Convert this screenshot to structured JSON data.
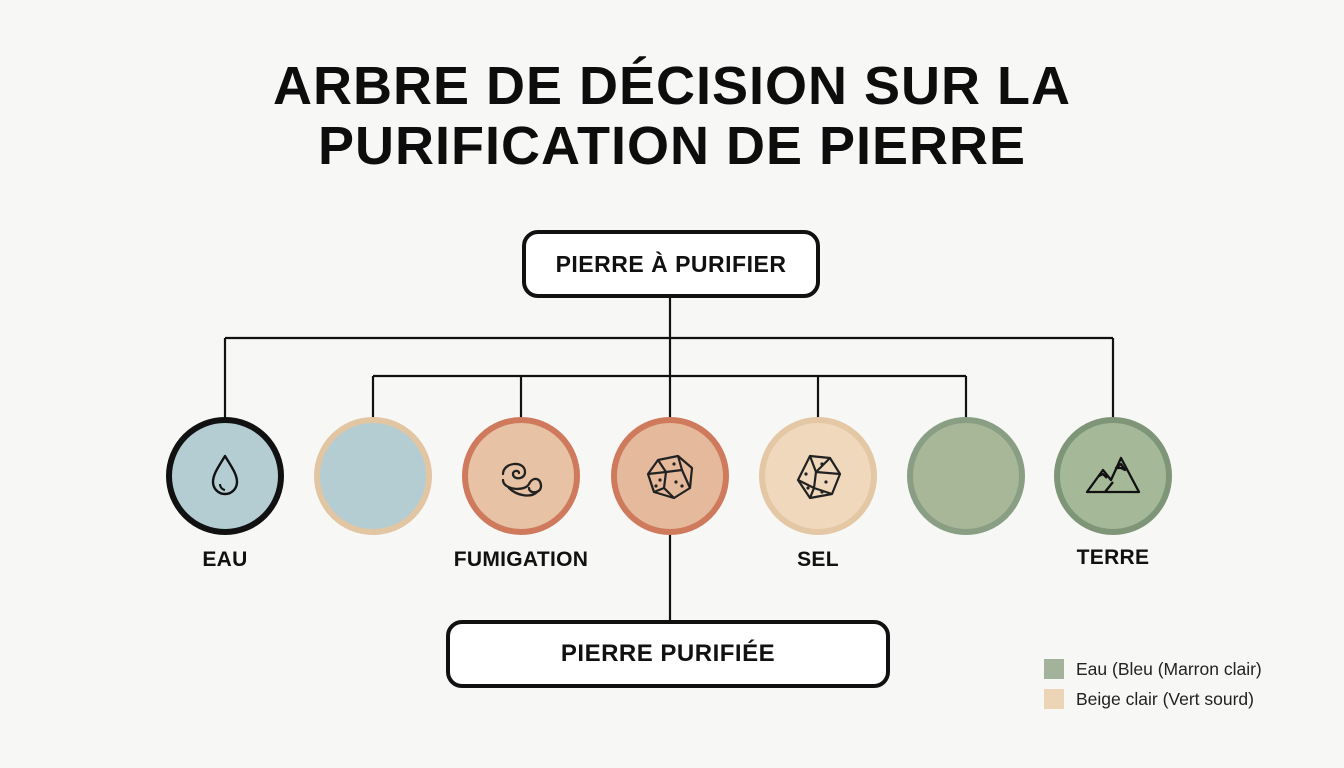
{
  "title": {
    "line1": "ARBRE DE DÉCISION SUR LA",
    "line2": "PURIFICATION DE PIERRE"
  },
  "root": {
    "label": "PIERRE À PURIFIER"
  },
  "result": {
    "label": "PIERRE PURIFIÉE"
  },
  "nodes": [
    {
      "label": "EAU",
      "icon": "water-drop-icon",
      "fill": "#b3cdd3",
      "ring": "#111111"
    },
    {
      "label": "",
      "icon": "",
      "fill": "#b3cdd3",
      "ring": "#e2c5a3"
    },
    {
      "label": "FUMIGATION",
      "icon": "smoke-swirl-icon",
      "fill": "#e7c2a4",
      "ring": "#cf7a5c"
    },
    {
      "label": "",
      "icon": "stone-icon",
      "fill": "#e5ba9c",
      "ring": "#cf7a5c"
    },
    {
      "label": "SEL",
      "icon": "salt-crystal-icon",
      "fill": "#f0d8bd",
      "ring": "#e4c7a5"
    },
    {
      "label": "",
      "icon": "",
      "fill": "#a7b797",
      "ring": "#899e83"
    },
    {
      "label": "TERRE",
      "icon": "mountain-icon",
      "fill": "#a5b898",
      "ring": "#7f9578"
    }
  ],
  "legend": [
    {
      "label": "Eau (Bleu (Marron clair)",
      "color": "#a3b29b"
    },
    {
      "label": "Beige clair (Vert sourd)",
      "color": "#ecd4b7"
    }
  ]
}
